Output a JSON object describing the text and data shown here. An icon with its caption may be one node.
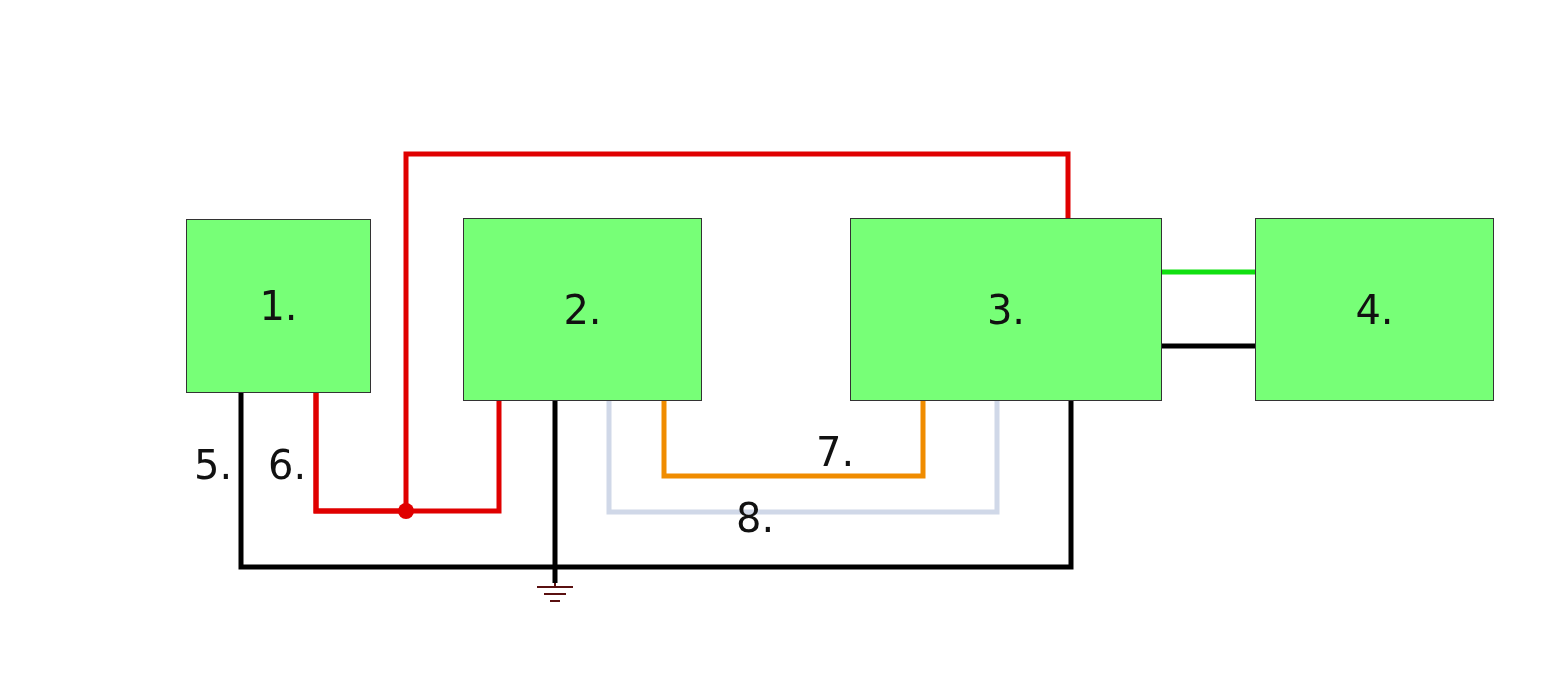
{
  "diagram": {
    "nodes": [
      {
        "text": [
          "1."
        ]
      },
      {
        "text": [
          "2."
        ]
      },
      {
        "text": [
          "3."
        ]
      },
      {
        "text": [
          "4."
        ]
      },
      {
        "text": [],
        "shape": "ground"
      }
    ],
    "edges": [
      {
        "from": 0,
        "to": 2,
        "arrow": "none"
      },
      {
        "from": 1,
        "to": 4,
        "arrow": "none"
      },
      {
        "from": 0,
        "to": 1,
        "arrow": "none",
        "color": "#e00000"
      },
      {
        "from": 0,
        "to": 2,
        "arrow": "none",
        "color": "#e00000"
      },
      {
        "from": 1,
        "to": 2,
        "arrow": "none",
        "color": "#f08c00"
      },
      {
        "from": 1,
        "to": 2,
        "arrow": "none",
        "color": "#d0d8e8"
      },
      {
        "from": 2,
        "to": 3,
        "arrow": "none",
        "color": "#10e010"
      },
      {
        "from": 2,
        "to": 3,
        "arrow": "none"
      }
    ],
    "labels": [
      "5.",
      "6.",
      "7.",
      "8."
    ]
  }
}
